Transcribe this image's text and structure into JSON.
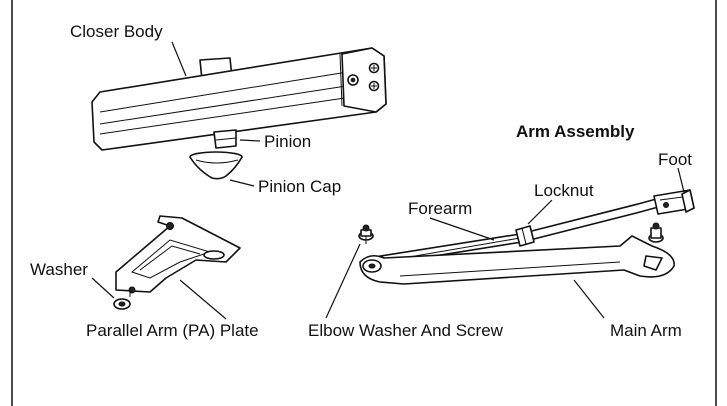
{
  "labels": {
    "closer_body": "Closer Body",
    "pinion": "Pinion",
    "pinion_cap": "Pinion Cap",
    "arm_assembly": "Arm Assembly",
    "foot": "Foot",
    "locknut": "Locknut",
    "forearm": "Forearm",
    "washer": "Washer",
    "pa_plate": "Parallel Arm (PA) Plate",
    "elbow_washer": "Elbow Washer And Screw",
    "main_arm": "Main Arm"
  }
}
